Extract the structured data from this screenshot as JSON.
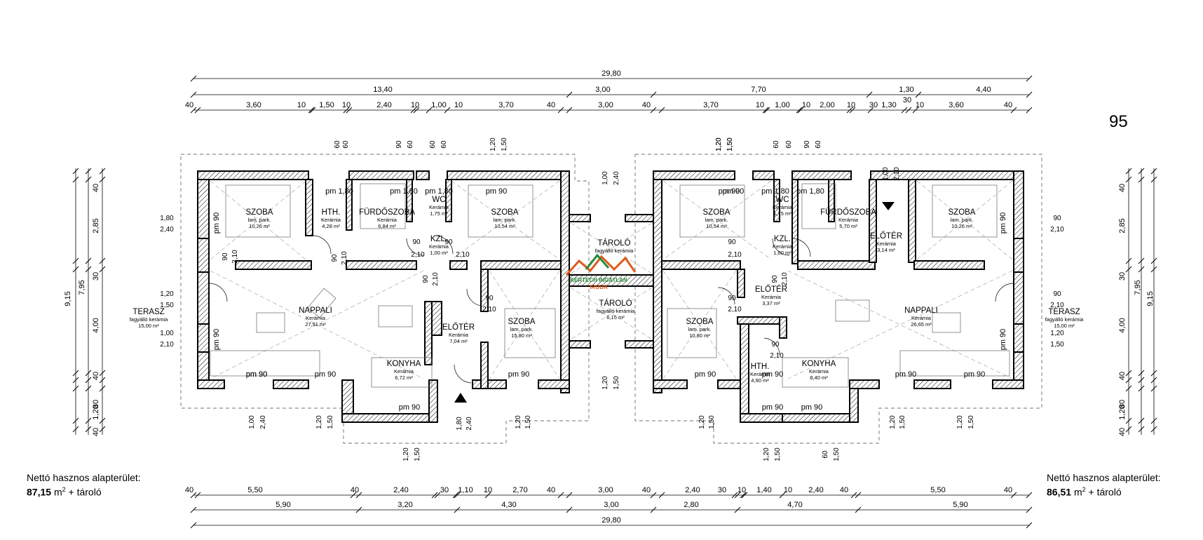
{
  "plot_number": "95",
  "net_left": {
    "label": "Nettó hasznos alapterület:",
    "value": "87,15",
    "unit": "m",
    "sup": "2",
    "suffix": " + tároló"
  },
  "net_right": {
    "label": "Nettó hasznos alapterület:",
    "value": "86,51",
    "unit": "m",
    "sup": "2",
    "suffix": " + tároló"
  },
  "logo": {
    "line1": "KERTECH INGATLAN",
    "line2": "IRODA"
  },
  "dims_top_total": "29,80",
  "dims_top_row2": [
    "13,40",
    "3,00",
    "7,70",
    "1,30",
    "4,40"
  ],
  "dims_top_row3": [
    "40",
    "3,60",
    "10",
    "1,50",
    "10",
    "2,40",
    "10",
    "1,00",
    "10",
    "3,70",
    "40",
    "3,00",
    "40",
    "3,70",
    "10",
    "1,00",
    "10",
    "2,00",
    "10",
    "30",
    "1,30",
    "10",
    "3,60",
    "40"
  ],
  "dims_top_extra": "30",
  "dims_bottom_row1": [
    "40",
    "5,50",
    "40",
    "2,40",
    "30",
    "1,10",
    "10",
    "2,70",
    "40",
    "3,00",
    "40",
    "2,40",
    "30",
    "10",
    "1,40",
    "10",
    "2,40",
    "40",
    "5,50",
    "40"
  ],
  "dims_bottom_row2": [
    "5,90",
    "3,20",
    "4,30",
    "3,00",
    "2,80",
    "4,70",
    "5,90"
  ],
  "dims_bottom_total": "29,80",
  "dims_left": {
    "total": "9,15",
    "mid": "7,95",
    "segments": [
      "40",
      "2,85",
      "30",
      "4,00",
      "40",
      "80",
      "1,20",
      "40"
    ]
  },
  "dims_right": {
    "total": "9,15",
    "mid": "7,95",
    "segments": [
      "40",
      "2,85",
      "30",
      "4,00",
      "40",
      "80",
      "1,20",
      "40"
    ]
  },
  "rooms": [
    {
      "name": "SZOBA",
      "mat": "lam. park.",
      "area": "10,26 m²"
    },
    {
      "name": "HTH.",
      "mat": "Kerámia",
      "area": "4,28 m²"
    },
    {
      "name": "FÜRDŐSZOBA",
      "mat": "Kerámia",
      "area": "6,84 m²"
    },
    {
      "name": "WC",
      "mat": "Kerámia",
      "area": "1,75 m²"
    },
    {
      "name": "KZL.",
      "mat": "Kerámia",
      "area": "1,00 m²"
    },
    {
      "name": "SZOBA",
      "mat": "lam. park.",
      "area": "10,54 m²"
    },
    {
      "name": "TÁROLÓ",
      "mat": "fagyálló kerámia",
      "area": ""
    },
    {
      "name": "TERASZ",
      "mat": "fagyálló kerámia",
      "area": "15,00 m²"
    },
    {
      "name": "NAPPALI",
      "mat": "Kerámia",
      "area": "27,91 m²"
    },
    {
      "name": "ELŐTÉR",
      "mat": "Kerámia",
      "area": "7,04 m²"
    },
    {
      "name": "SZOBA",
      "mat": "lam. park.",
      "area": "15,80 m²"
    },
    {
      "name": "KONYHA",
      "mat": "Kerámia",
      "area": "6,72 m²"
    },
    {
      "name": "TÁROLÓ",
      "mat": "fagyálló kerámia",
      "area": "6,15 m²"
    },
    {
      "name": "SZOBA",
      "mat": "lam. park.",
      "area": "10,54 m²"
    },
    {
      "name": "WC",
      "mat": "Kerámia",
      "area": "1,75 m²"
    },
    {
      "name": "KZL.",
      "mat": "Kerámia",
      "area": "1,00 m²"
    },
    {
      "name": "FÜRDŐSZOBA",
      "mat": "Kerámia",
      "area": "5,70 m²"
    },
    {
      "name": "ELŐTÉR",
      "mat": "Kerámia",
      "area": "3,14 m²"
    },
    {
      "name": "SZOBA",
      "mat": "lam. park.",
      "area": "10,26 m²"
    },
    {
      "name": "ELŐTÉR",
      "mat": "Kerámia",
      "area": "3,37 m²"
    },
    {
      "name": "NAPPALI",
      "mat": "Kerámia",
      "area": "26,65 m²"
    },
    {
      "name": "TERASZ",
      "mat": "fagyálló kerámia",
      "area": "15,00 m²"
    },
    {
      "name": "SZOBA",
      "mat": "lam. park.",
      "area": "10,80 m²"
    },
    {
      "name": "HTH.",
      "mat": "Kerámia",
      "area": "4,90 m²"
    },
    {
      "name": "KONYHA",
      "mat": "Kerámia",
      "area": "8,40 m²"
    }
  ],
  "openings": [
    "pm 1,80",
    "pm 1,80",
    "pm 1,80",
    "pm 90",
    "pm 90",
    "pm 1,80",
    "pm 1,80",
    "pm 90",
    "pm 90",
    "pm 90",
    "pm 90",
    "pm 90",
    "pm 90",
    "pm 90",
    "pm 90",
    "pm 90",
    "pm 90",
    "pm 90",
    "pm 90",
    "pm 90",
    "pm 90",
    "pm 90",
    "pm 90"
  ],
  "labels": [
    "60",
    "60",
    "90",
    "60",
    "60",
    "60",
    "1,20",
    "1,50",
    "1,20",
    "1,50",
    "60",
    "60",
    "90",
    "60",
    "1,00",
    "2,40",
    "1,00",
    "2,10",
    "1,20",
    "1,50",
    "1,80",
    "2,40",
    "1,20",
    "1,50",
    "90",
    "2,10",
    "90",
    "2,10",
    "90",
    "2,10",
    "90",
    "2,10",
    "90",
    "2,10",
    "90",
    "2,10",
    "90",
    "2,10",
    "90",
    "2,10",
    "90",
    "2,10",
    "90",
    "2,10",
    "90",
    "2,10",
    "90",
    "2,10",
    "1,20",
    "1,50",
    "1,80",
    "2,40",
    "1,20",
    "1,50",
    "1,00",
    "2,10",
    "1,00",
    "2,40",
    "1,20",
    "1,50",
    "1,20",
    "1,50",
    "1,20",
    "1,50",
    "1,20",
    "1,50",
    "1,20",
    "1,50",
    "60",
    "1,50",
    "1,20",
    "1,50",
    "1,20",
    "1,50",
    "1,20",
    "1,50"
  ]
}
